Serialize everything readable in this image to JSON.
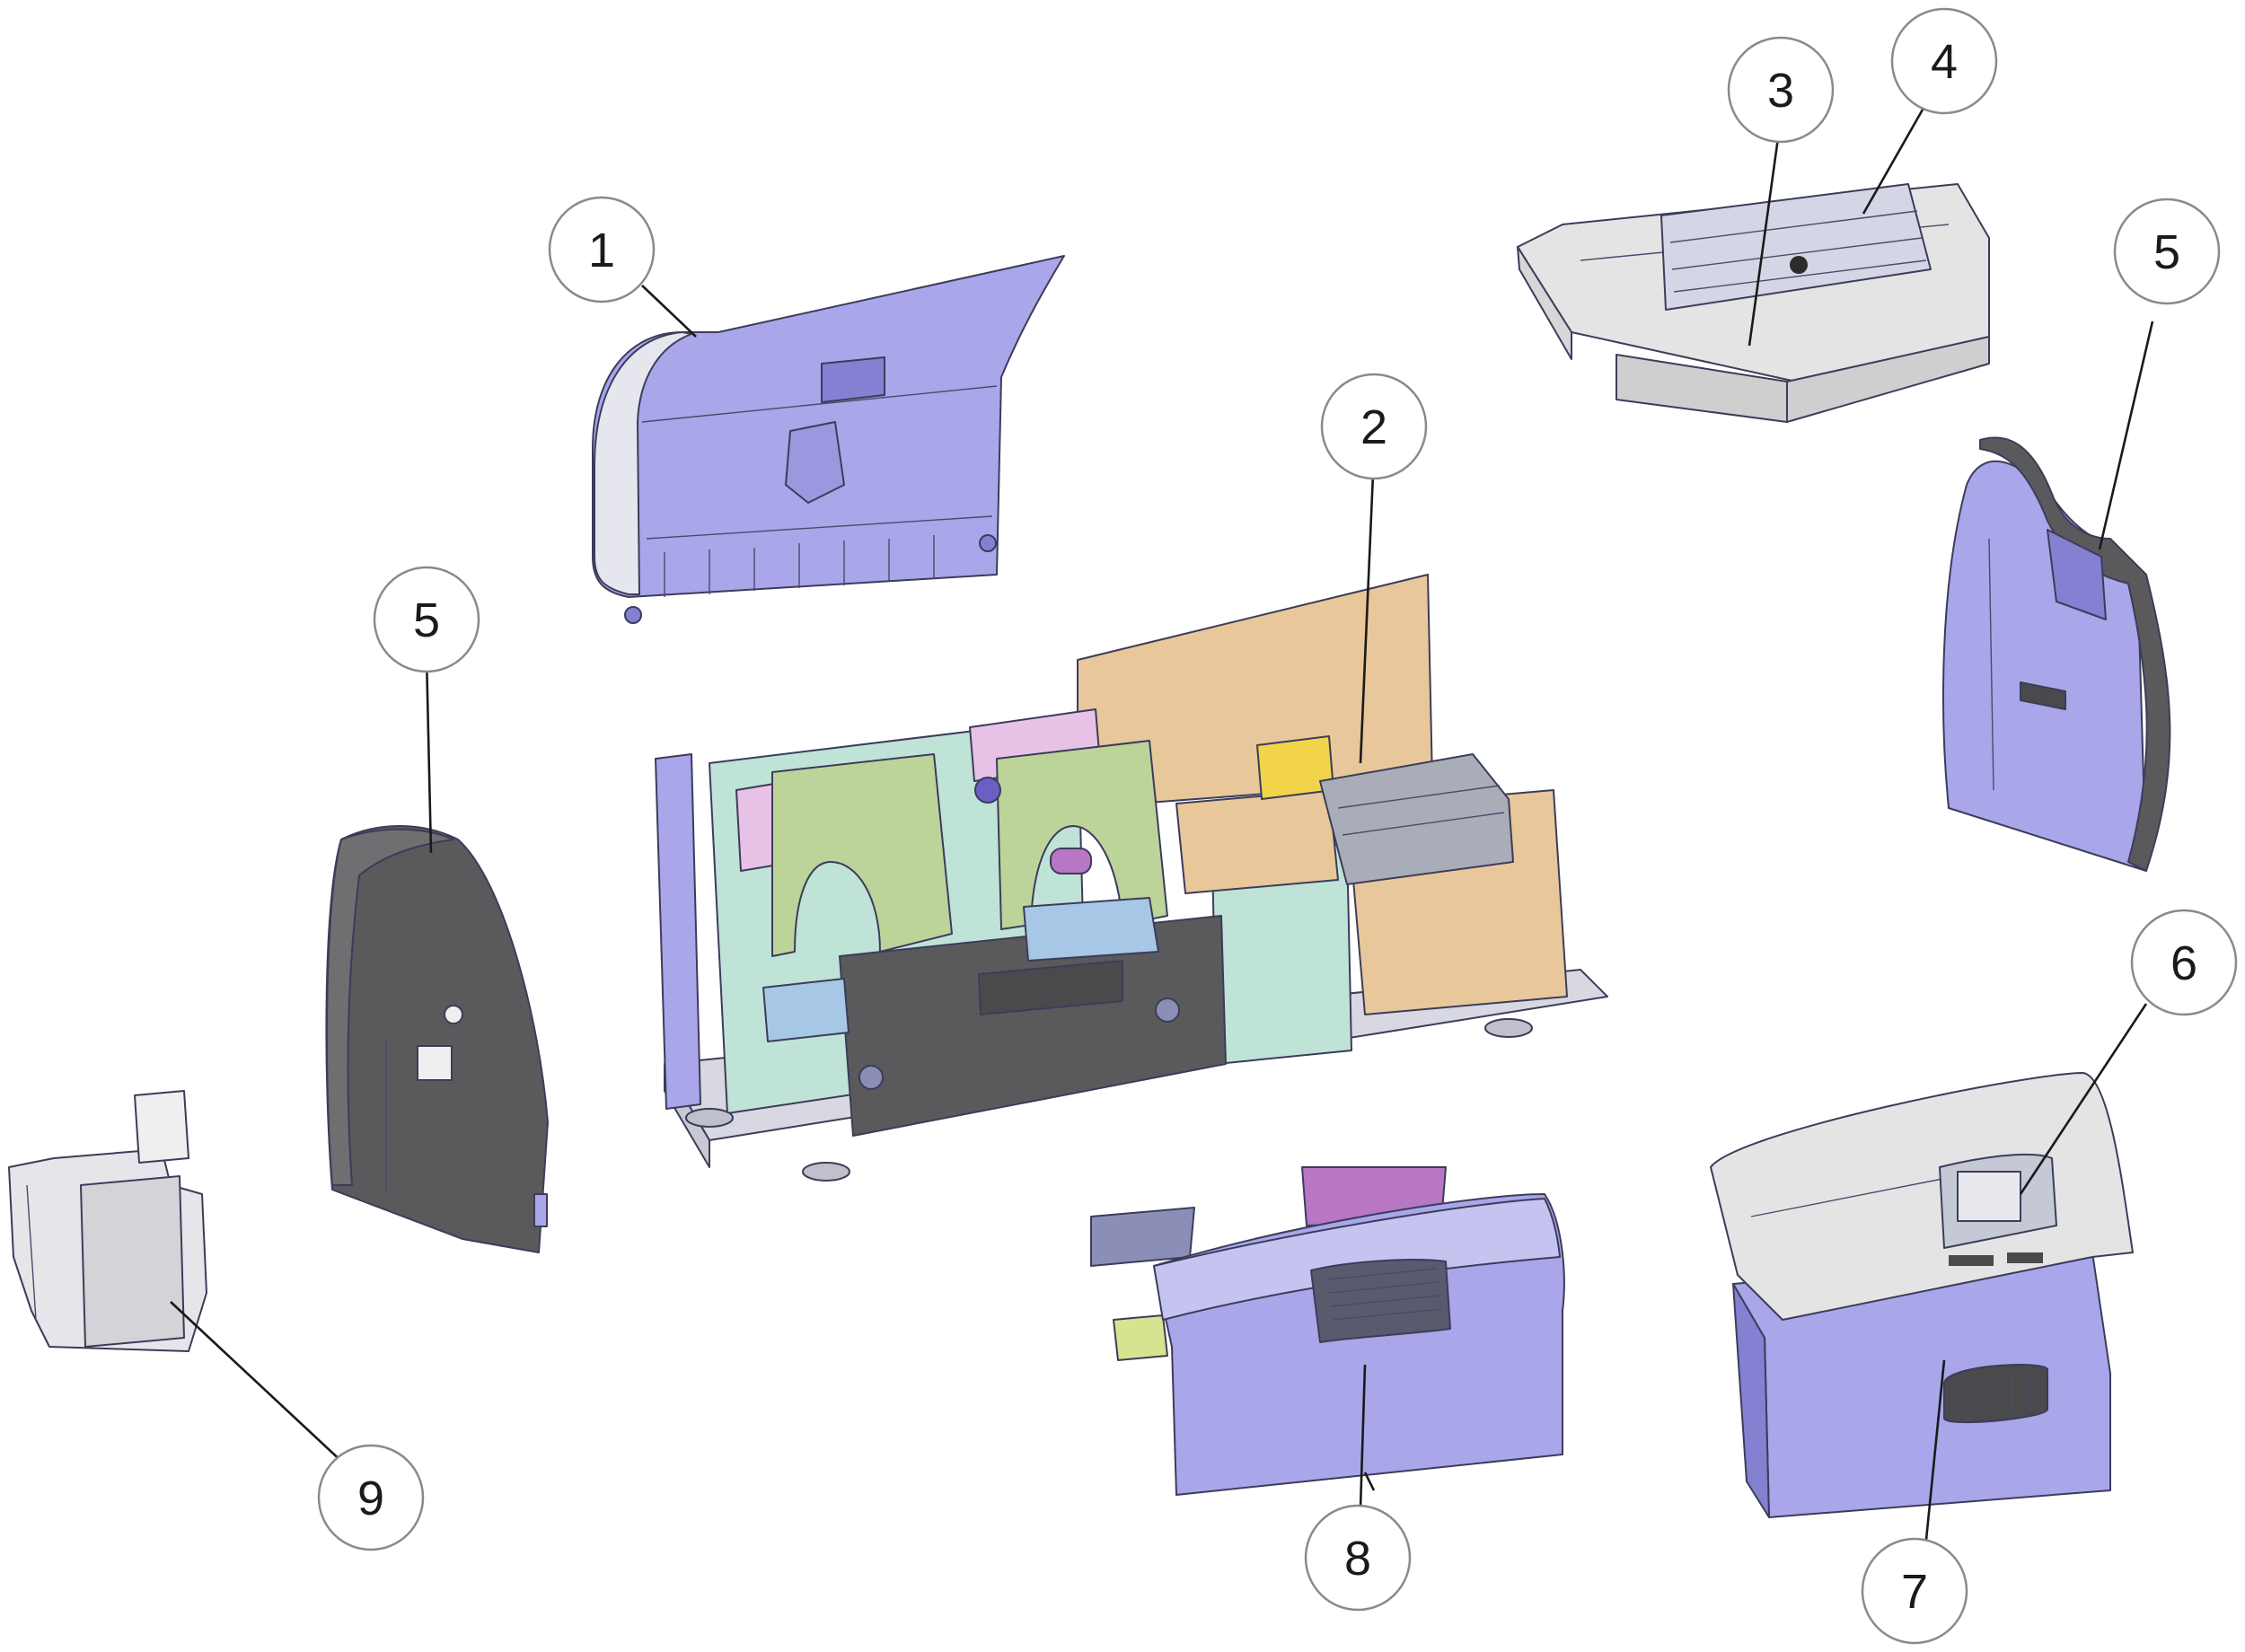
{
  "diagram": {
    "colors": {
      "lavender": "#a9a6ea",
      "lavender_dark": "#8481d2",
      "light_gray": "#e4e4e4",
      "dark_gray": "#5a5a5c",
      "tan": "#e8c79a",
      "mint": "#bfe3d6",
      "green": "#bcd49a",
      "pink": "#e7c2e6",
      "purple": "#b877c4",
      "yellow_green": "#d7e48f"
    },
    "parts": [
      {
        "number": "1",
        "name": "rear-lid-part"
      },
      {
        "number": "2",
        "name": "printer-mechanism-part"
      },
      {
        "number": "3",
        "name": "top-cover-part"
      },
      {
        "number": "4",
        "name": "cover-window-part"
      },
      {
        "number": "5",
        "name": "left-side-panel-part"
      },
      {
        "number": "5",
        "name": "right-side-panel-part"
      },
      {
        "number": "6",
        "name": "control-panel-part"
      },
      {
        "number": "7",
        "name": "front-cover-part"
      },
      {
        "number": "8",
        "name": "ribbon-cover-part"
      },
      {
        "number": "9",
        "name": "card-hopper-part"
      }
    ]
  }
}
